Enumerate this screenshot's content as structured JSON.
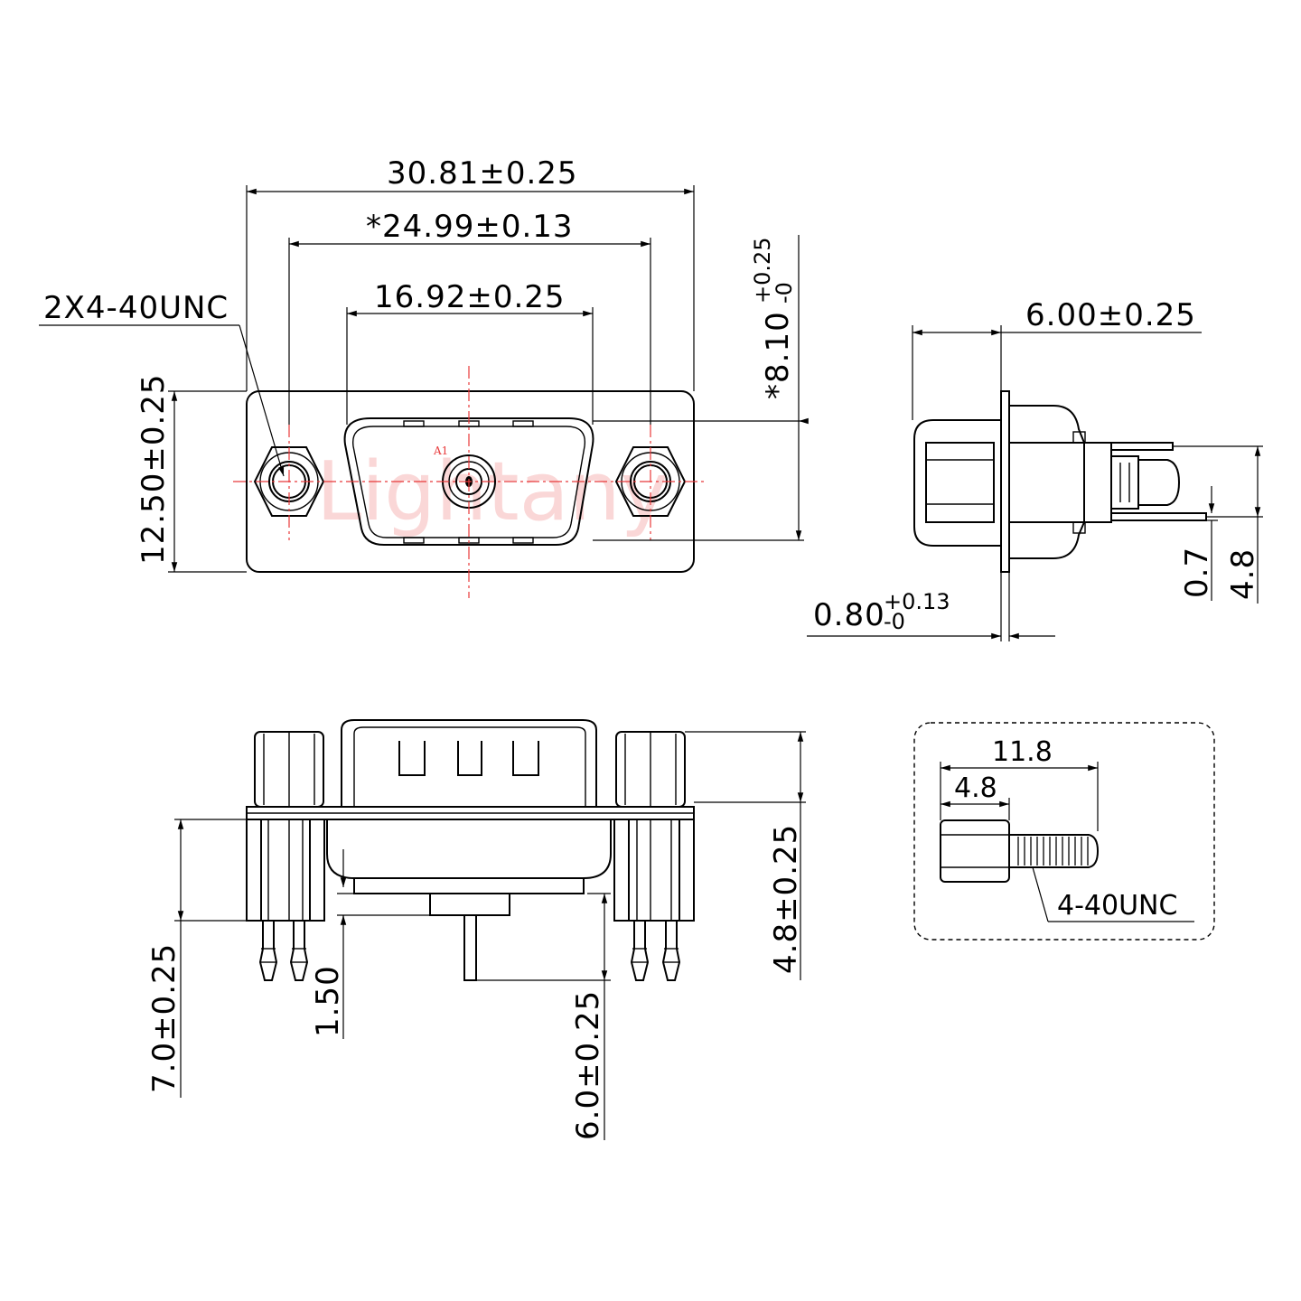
{
  "watermark": "Lightany",
  "front_view": {
    "overall_width": "30.81±0.25",
    "mount_hole_spacing": "*24.99±0.13",
    "shell_width": "16.92±0.25",
    "screw_callout": "2X4-40UNC",
    "height": "12.50±0.25",
    "shell_height_main": "*8.10",
    "shell_height_tol_upper": "+0.25",
    "shell_height_tol_lower": "-0",
    "pin_label": "A1"
  },
  "side_view": {
    "depth": "6.00±0.25",
    "flange_main": "0.80",
    "flange_tol_upper": "+0.13",
    "flange_tol_lower": "-0",
    "pin_offset": "0.7",
    "pin_pitch": "4.8"
  },
  "bottom_view": {
    "stand_height": "4.8±0.25",
    "tail_length": "7.0±0.25",
    "standoff": "1.50",
    "center_tail": "6.0±0.25"
  },
  "detail_screw": {
    "total_length": "11.8",
    "hex_length": "4.8",
    "thread": "4-40UNC"
  }
}
